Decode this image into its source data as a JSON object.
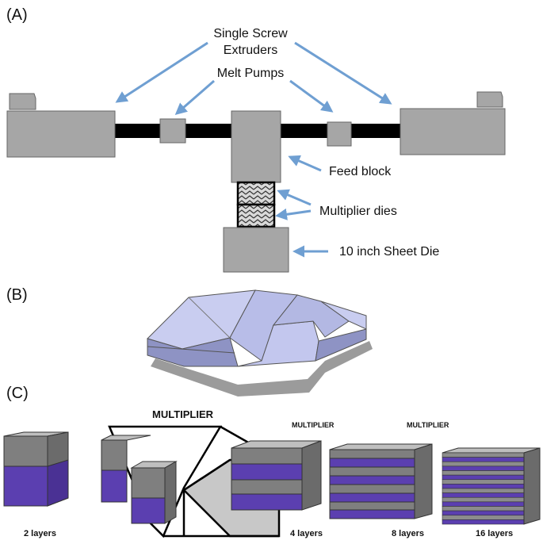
{
  "panels": {
    "a": "(A)",
    "b": "(B)",
    "c": "(C)"
  },
  "panel_a": {
    "extruders_line1": "Single Screw",
    "extruders_line2": "Extruders",
    "melt_pumps": "Melt Pumps",
    "feed_block": "Feed block",
    "multiplier_dies": "Multiplier dies",
    "sheet_die": "10 inch Sheet Die"
  },
  "panel_c": {
    "multiplier_big": "MULTIPLIER",
    "multiplier_small_1": "MULTIPLIER",
    "multiplier_small_2": "MULTIPLIER",
    "layers_2": "2 layers",
    "layers_4": "4 layers",
    "layers_8": "8 layers",
    "layers_16": "16 layers"
  },
  "colors": {
    "machine_gray": "#a6a6a6",
    "arrow_blue": "#6f9fd2",
    "layer_purple": "#5b3fb0",
    "layer_gray": "#8c8c8c",
    "die_blue": "#c9cdf0"
  }
}
